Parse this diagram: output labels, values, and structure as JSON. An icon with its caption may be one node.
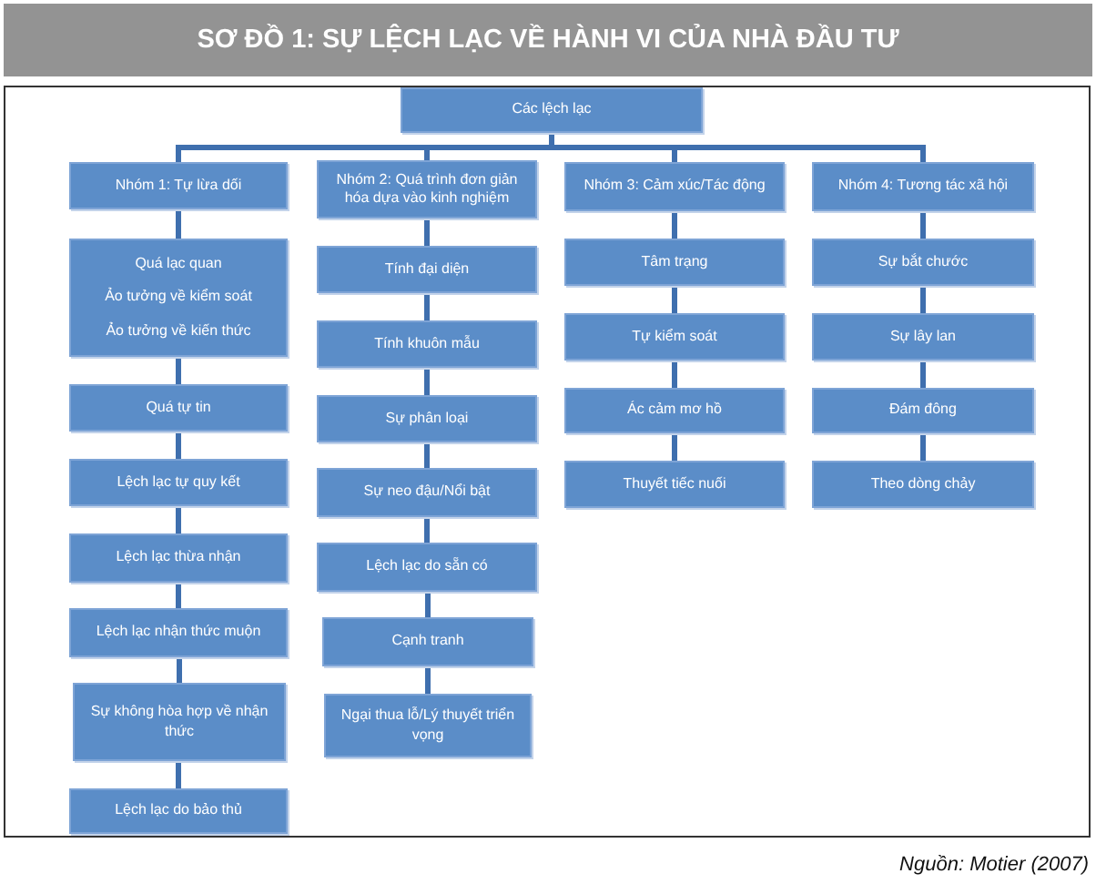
{
  "diagram": {
    "title": "SƠ ĐỒ 1: SỰ LỆCH LẠC VỀ HÀNH VI CỦA NHÀ ĐẦU TƯ",
    "caption": "Nguồn: Motier (2007)",
    "nodes": [
      {
        "text": [
          "Các lệch lạc"
        ]
      },
      {
        "text": [
          "Nhóm 1: Tự lừa dối"
        ]
      },
      {
        "text": [
          "Quá lạc quan",
          "Ảo tưởng về kiểm soát",
          "Ảo tưởng về kiến thức"
        ]
      },
      {
        "text": [
          "Quá tự tin"
        ]
      },
      {
        "text": [
          "Lệch lạc tự quy kết"
        ]
      },
      {
        "text": [
          "Lệch lạc thừa nhận"
        ]
      },
      {
        "text": [
          "Lệch lạc nhận thức muộn"
        ]
      },
      {
        "text": [
          "Sự không hòa hợp về nhận thức"
        ]
      },
      {
        "text": [
          "Lệch lạc do bảo thủ"
        ]
      },
      {
        "text": [
          "Nhóm 2: Quá trình đơn giản hóa dựa vào kinh nghiệm"
        ]
      },
      {
        "text": [
          "Tính đại diện"
        ]
      },
      {
        "text": [
          "Tính khuôn mẫu"
        ]
      },
      {
        "text": [
          "Sự phân loại"
        ]
      },
      {
        "text": [
          "Sự neo đậu/Nổi bật"
        ]
      },
      {
        "text": [
          "Lệch lạc do sẵn có"
        ]
      },
      {
        "text": [
          "Cạnh tranh"
        ]
      },
      {
        "text": [
          "Ngại thua lỗ/Lý thuyết triển vọng"
        ]
      },
      {
        "text": [
          "Nhóm 3: Cảm xúc/Tác động"
        ]
      },
      {
        "text": [
          "Tâm trạng"
        ]
      },
      {
        "text": [
          "Tự kiểm soát"
        ]
      },
      {
        "text": [
          "Ác cảm mơ hồ"
        ]
      },
      {
        "text": [
          "Thuyết tiếc nuối"
        ]
      },
      {
        "text": [
          "Nhóm 4: Tương tác xã hội"
        ]
      },
      {
        "text": [
          "Sự bắt chước"
        ]
      },
      {
        "text": [
          "Sự lây lan"
        ]
      },
      {
        "text": [
          "Đám đông"
        ]
      },
      {
        "text": [
          "Theo dòng chảy"
        ]
      }
    ],
    "edges": [
      {
        "from": 0,
        "to": 1,
        "arrow": "none"
      },
      {
        "from": 0,
        "to": 9,
        "arrow": "none"
      },
      {
        "from": 0,
        "to": 17,
        "arrow": "none"
      },
      {
        "from": 0,
        "to": 22,
        "arrow": "none"
      },
      {
        "from": 1,
        "to": 2,
        "arrow": "none"
      },
      {
        "from": 2,
        "to": 3,
        "arrow": "none"
      },
      {
        "from": 3,
        "to": 4,
        "arrow": "none"
      },
      {
        "from": 4,
        "to": 5,
        "arrow": "none"
      },
      {
        "from": 5,
        "to": 6,
        "arrow": "none"
      },
      {
        "from": 6,
        "to": 7,
        "arrow": "none"
      },
      {
        "from": 7,
        "to": 8,
        "arrow": "none"
      },
      {
        "from": 9,
        "to": 10,
        "arrow": "none"
      },
      {
        "from": 10,
        "to": 11,
        "arrow": "none"
      },
      {
        "from": 11,
        "to": 12,
        "arrow": "none"
      },
      {
        "from": 12,
        "to": 13,
        "arrow": "none"
      },
      {
        "from": 13,
        "to": 14,
        "arrow": "none"
      },
      {
        "from": 14,
        "to": 15,
        "arrow": "none"
      },
      {
        "from": 15,
        "to": 16,
        "arrow": "none"
      },
      {
        "from": 17,
        "to": 18,
        "arrow": "none"
      },
      {
        "from": 18,
        "to": 19,
        "arrow": "none"
      },
      {
        "from": 19,
        "to": 20,
        "arrow": "none"
      },
      {
        "from": 20,
        "to": 21,
        "arrow": "none"
      },
      {
        "from": 22,
        "to": 23,
        "arrow": "none"
      },
      {
        "from": 23,
        "to": 24,
        "arrow": "none"
      },
      {
        "from": 24,
        "to": 25,
        "arrow": "none"
      },
      {
        "from": 25,
        "to": 26,
        "arrow": "none"
      }
    ]
  }
}
